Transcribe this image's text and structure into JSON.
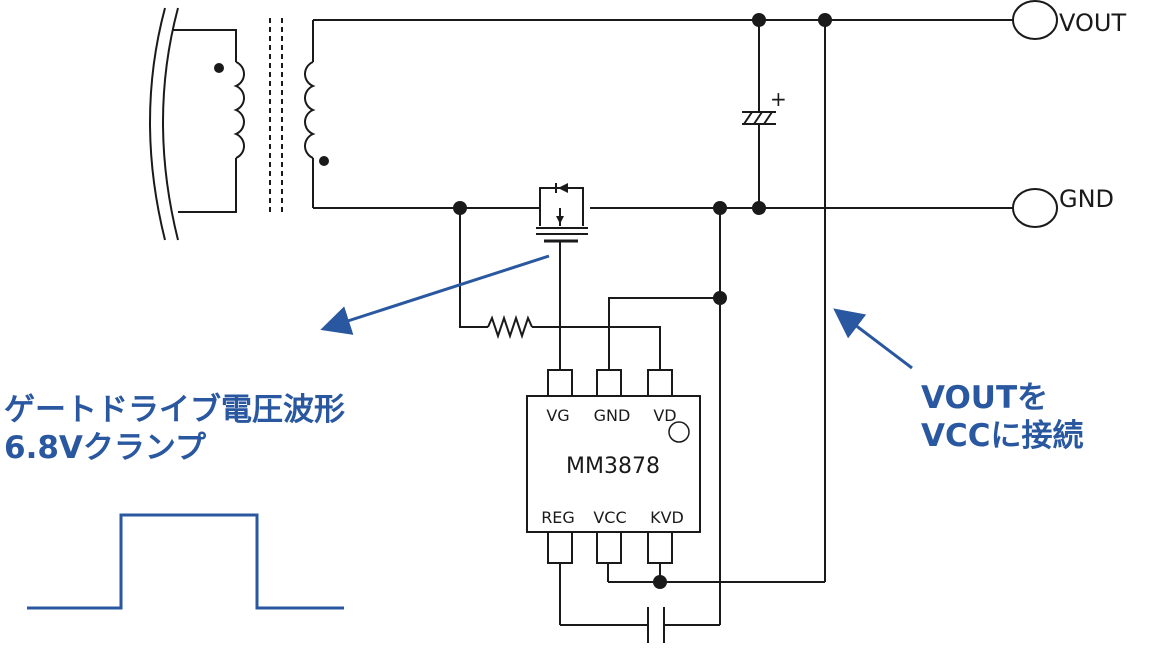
{
  "terminals": {
    "vout": "VOUT",
    "gnd": "GND"
  },
  "ic": {
    "name": "MM3878",
    "pins_top": [
      "VG",
      "GND",
      "VD"
    ],
    "pins_bottom": [
      "REG",
      "VCC",
      "KVD"
    ]
  },
  "capacitor_polarity": "+",
  "annotations": {
    "gate_waveform": {
      "line1": "ゲートドライブ電圧波形",
      "line2": "6.8Vクランプ"
    },
    "vout_vcc": {
      "line1": "VOUTを",
      "line2": "VCCに接続"
    }
  },
  "colors": {
    "wire": "#1a1a1a",
    "accent": "#2a58a0",
    "background": "#ffffff"
  }
}
